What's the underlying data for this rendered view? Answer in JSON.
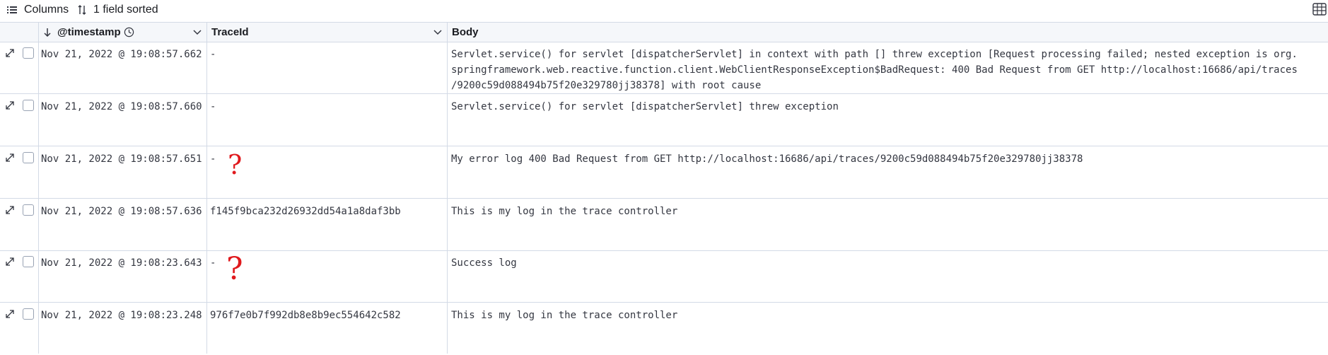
{
  "toolbar": {
    "columns_label": "Columns",
    "sort_label": "1 field sorted"
  },
  "table": {
    "headers": {
      "timestamp": "@timestamp",
      "traceid": "TraceId",
      "body": "Body"
    },
    "rows": [
      {
        "timestamp": "Nov 21, 2022 @ 19:08:57.662",
        "traceid": "-",
        "body": "Servlet.service() for servlet [dispatcherServlet] in context with path [] threw exception [Request processing failed; nested exception is org.springframework.web.reactive.function.client.WebClientResponseException$BadRequest: 400 Bad Request from GET http://localhost:16686/api/traces /9200c59d088494b75f20e329780jj38378] with root cause"
      },
      {
        "timestamp": "Nov 21, 2022 @ 19:08:57.660",
        "traceid": "-",
        "body": "Servlet.service() for servlet [dispatcherServlet] threw exception"
      },
      {
        "timestamp": "Nov 21, 2022 @ 19:08:57.651",
        "traceid": "-",
        "body": "My error log 400 Bad Request from GET http://localhost:16686/api/traces/9200c59d088494b75f20e329780jj38378",
        "annotation": "?"
      },
      {
        "timestamp": "Nov 21, 2022 @ 19:08:57.636",
        "traceid": "f145f9bca232d26932dd54a1a8daf3bb",
        "body": "This is my log in the trace controller"
      },
      {
        "timestamp": "Nov 21, 2022 @ 19:08:23.643",
        "traceid": "-",
        "body": "Success log",
        "annotation": "?"
      },
      {
        "timestamp": "Nov 21, 2022 @ 19:08:23.248",
        "traceid": "976f7e0b7f992db8e8b9ec554642c582",
        "body": "This is my log in the trace controller"
      }
    ]
  }
}
